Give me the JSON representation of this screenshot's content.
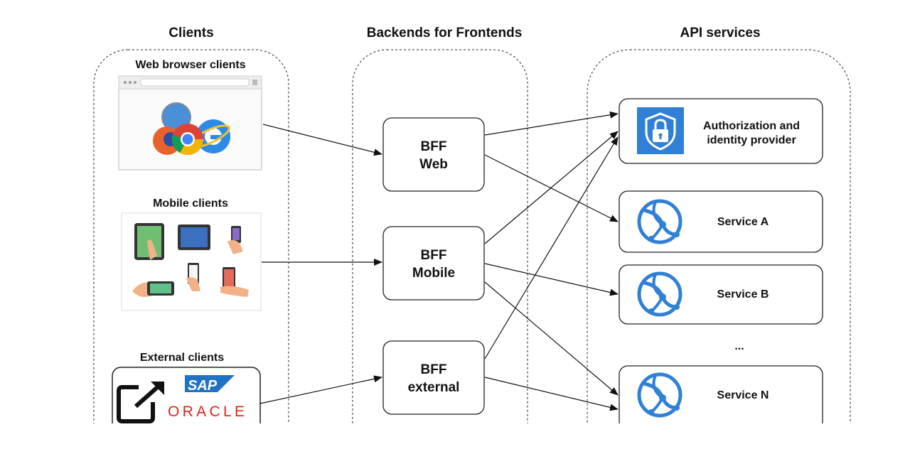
{
  "columns": {
    "clients": "Clients",
    "bff": "Backends  for Frontends",
    "api": "API services"
  },
  "clients": {
    "web": "Web browser clients",
    "mobile": "Mobile clients",
    "external": "External clients"
  },
  "external_logos": {
    "sap": "SAP",
    "oracle": "ORACLE"
  },
  "bff": {
    "web": [
      "BFF",
      "Web"
    ],
    "mobile": [
      "BFF",
      "Mobile"
    ],
    "external": [
      "BFF",
      "external"
    ]
  },
  "services": {
    "auth": [
      "Authorization and",
      "identity provider"
    ],
    "a": "Service A",
    "b": "Service B",
    "ellipsis": "...",
    "n": "Service N"
  },
  "colors": {
    "azure_blue": "#2f80d6",
    "stroke": "#222222",
    "lane_stroke": "#555555"
  }
}
